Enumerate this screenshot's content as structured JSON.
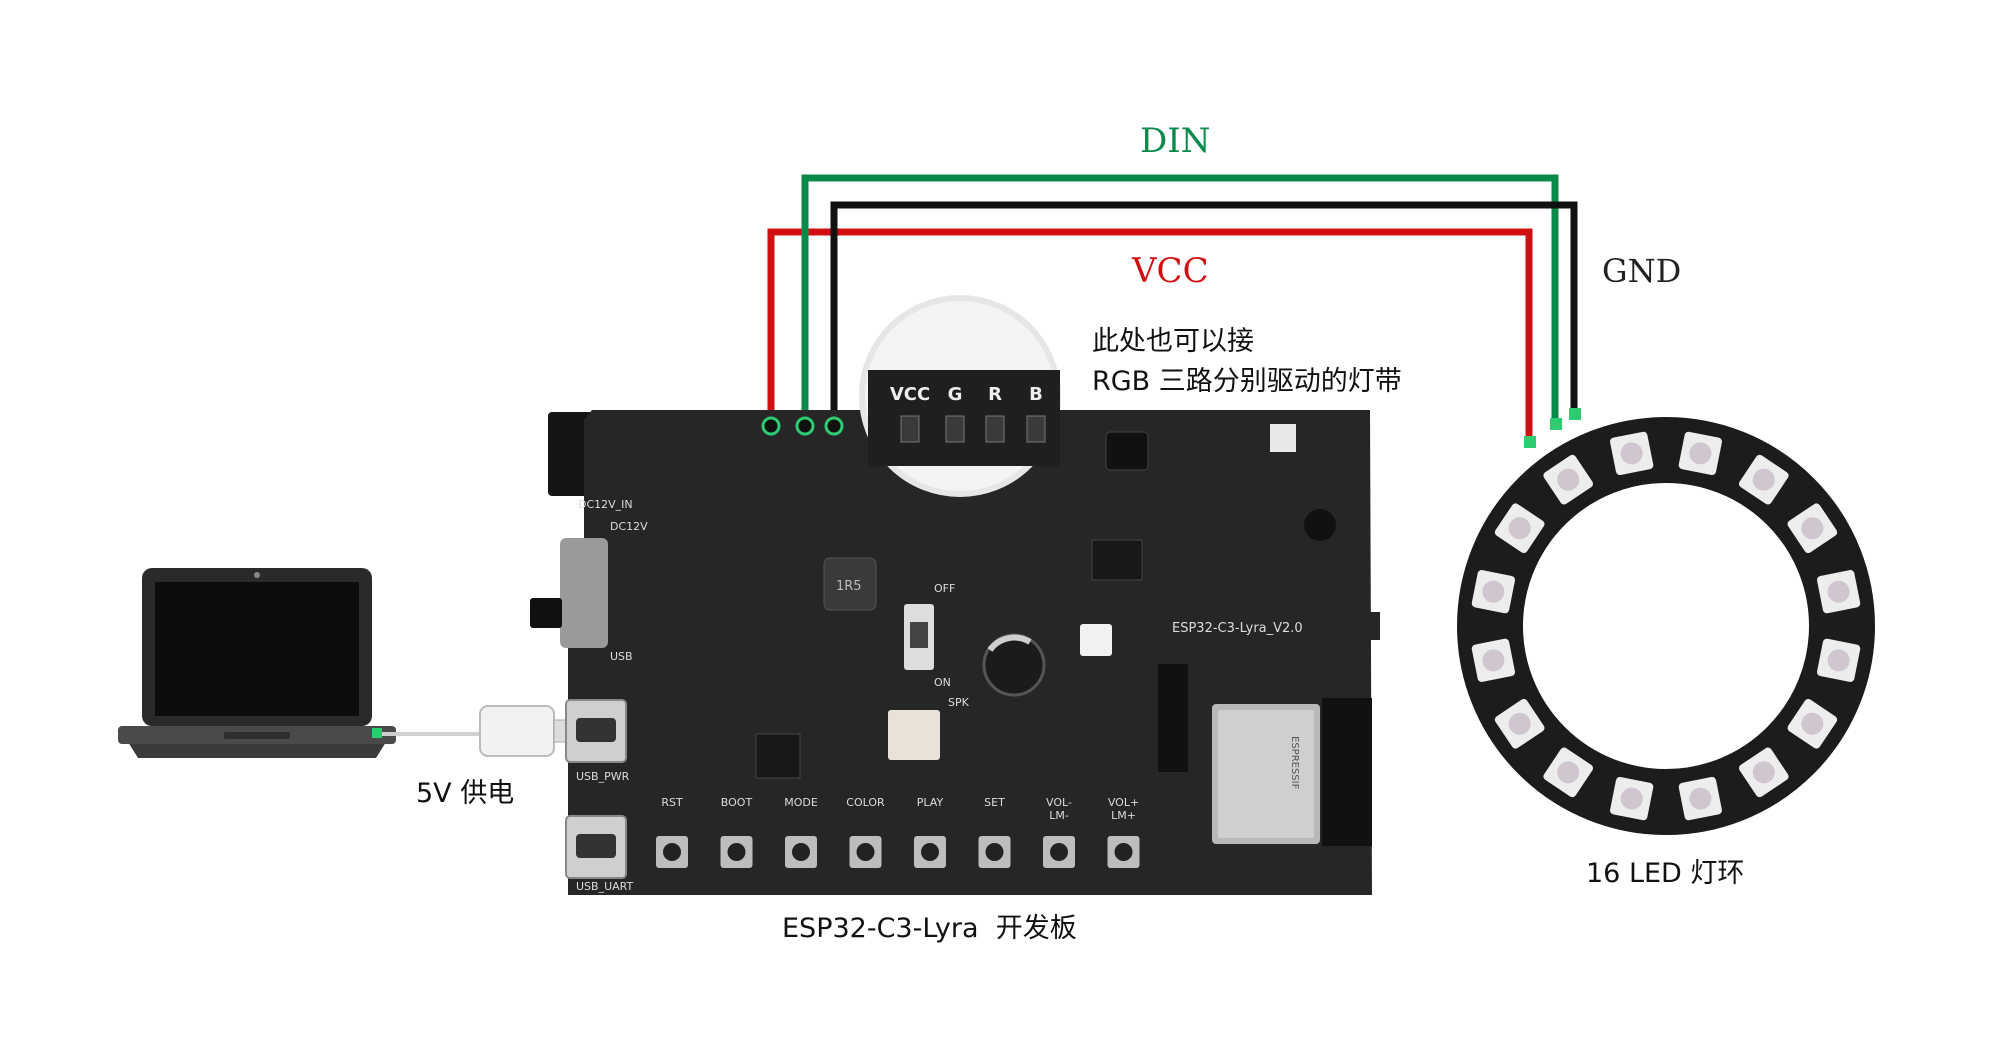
{
  "wires": {
    "din": {
      "label": "DIN",
      "color": "#0a8a4a"
    },
    "vcc": {
      "label": "VCC",
      "color": "#d01010"
    },
    "gnd": {
      "label": "GND",
      "color": "#111111"
    }
  },
  "callout": {
    "line1": "此处也可以接",
    "line2": "RGB 三路分别驱动的灯带",
    "pins": [
      "VCC",
      "G",
      "R",
      "B"
    ]
  },
  "laptop": {
    "power_label": "5V 供电"
  },
  "board": {
    "caption": "ESP32-C3-Lyra  开发板",
    "model_text": "ESP32-C3-Lyra_V2.0",
    "silkscreen": {
      "dc_in": "DC12V_IN",
      "dc12v": "DC12V",
      "usb": "USB",
      "usb_pwr": "USB_PWR",
      "usb_uart": "USB_UART",
      "spk": "SPK",
      "off": "OFF",
      "on": "ON",
      "inductor": "1R5",
      "module": "ESPRESSIF"
    },
    "buttons": [
      "RST",
      "BOOT",
      "MODE",
      "COLOR",
      "PLAY",
      "SET",
      "VOL-\nLM-",
      "VOL+\nLM+"
    ]
  },
  "ring": {
    "caption": "16 LED 灯环",
    "led_count": 16
  }
}
